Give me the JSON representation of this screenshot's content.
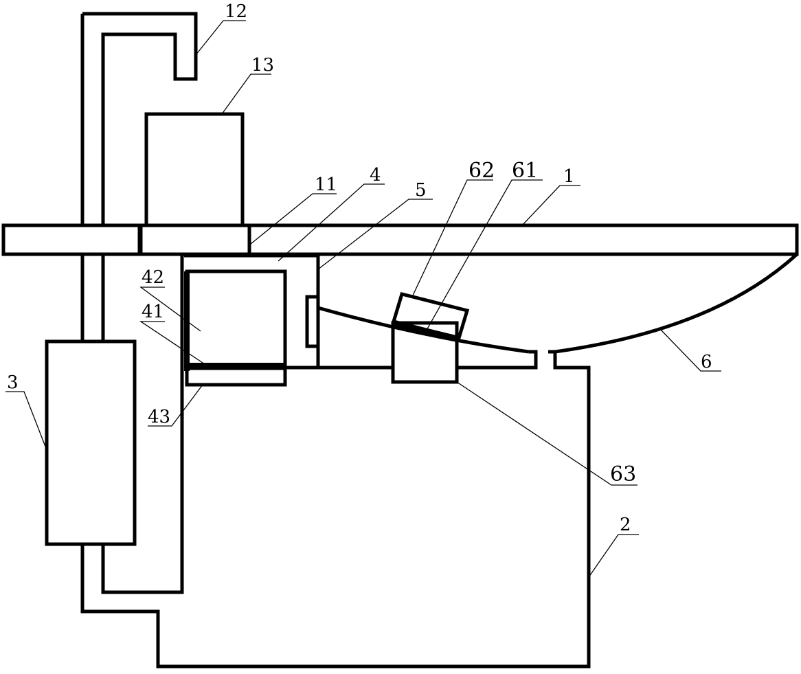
{
  "diagram": {
    "labels": {
      "l12": "12",
      "l13": "13",
      "l11": "11",
      "l4": "4",
      "l5": "5",
      "l62": "62",
      "l61": "61",
      "l1": "1",
      "l42": "42",
      "l41": "41",
      "l43": "43",
      "l3": "3",
      "l6": "6",
      "l63": "63",
      "l2": "2"
    }
  }
}
